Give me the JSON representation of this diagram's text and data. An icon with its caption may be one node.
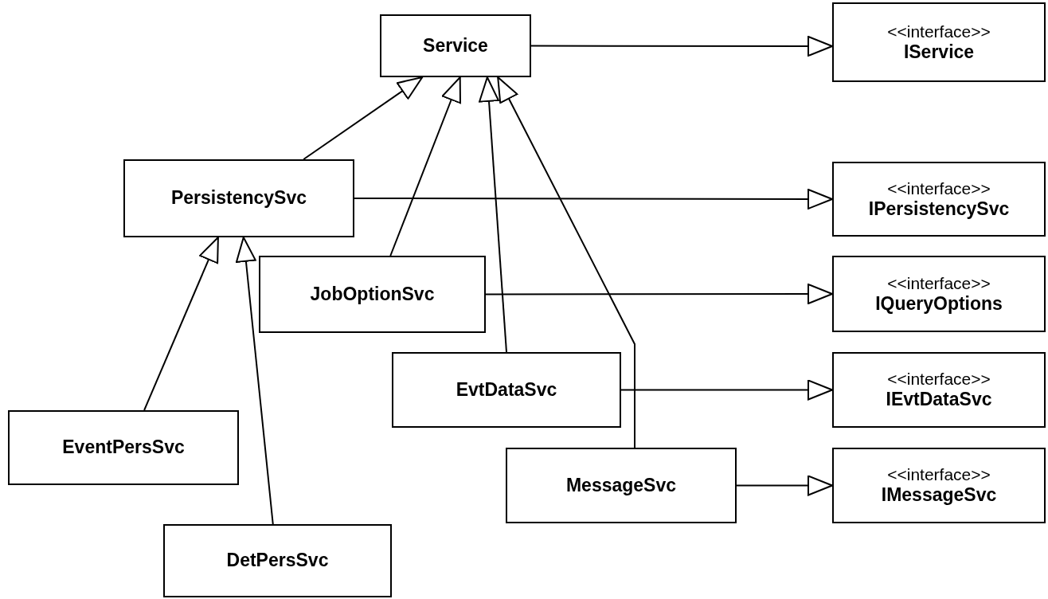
{
  "diagram": {
    "nodes": [
      {
        "text": [
          "Service"
        ]
      },
      {
        "text": [
          "<<interface>>",
          "IService"
        ]
      },
      {
        "text": [
          "PersistencySvc"
        ]
      },
      {
        "text": [
          "<<interface>>",
          "IPersistencySvc"
        ]
      },
      {
        "text": [
          "JobOptionSvc"
        ]
      },
      {
        "text": [
          "<<interface>>",
          "IQueryOptions"
        ]
      },
      {
        "text": [
          "EvtDataSvc"
        ]
      },
      {
        "text": [
          "<<interface>>",
          "IEvtDataSvc"
        ]
      },
      {
        "text": [
          "EventPersSvc"
        ]
      },
      {
        "text": [
          "MessageSvc"
        ]
      },
      {
        "text": [
          "<<interface>>",
          "IMessageSvc"
        ]
      },
      {
        "text": [
          "DetPersSvc"
        ]
      }
    ],
    "edges": [
      {
        "from": 0,
        "to": 1,
        "arrow": "to"
      },
      {
        "from": 2,
        "to": 0,
        "arrow": "to"
      },
      {
        "from": 4,
        "to": 0,
        "arrow": "to"
      },
      {
        "from": 6,
        "to": 0,
        "arrow": "to"
      },
      {
        "from": 9,
        "to": 0,
        "arrow": "to"
      },
      {
        "from": 2,
        "to": 3,
        "arrow": "to"
      },
      {
        "from": 4,
        "to": 5,
        "arrow": "to"
      },
      {
        "from": 6,
        "to": 7,
        "arrow": "to"
      },
      {
        "from": 9,
        "to": 10,
        "arrow": "to"
      },
      {
        "from": 8,
        "to": 2,
        "arrow": "to"
      },
      {
        "from": 11,
        "to": 2,
        "arrow": "to"
      }
    ]
  }
}
